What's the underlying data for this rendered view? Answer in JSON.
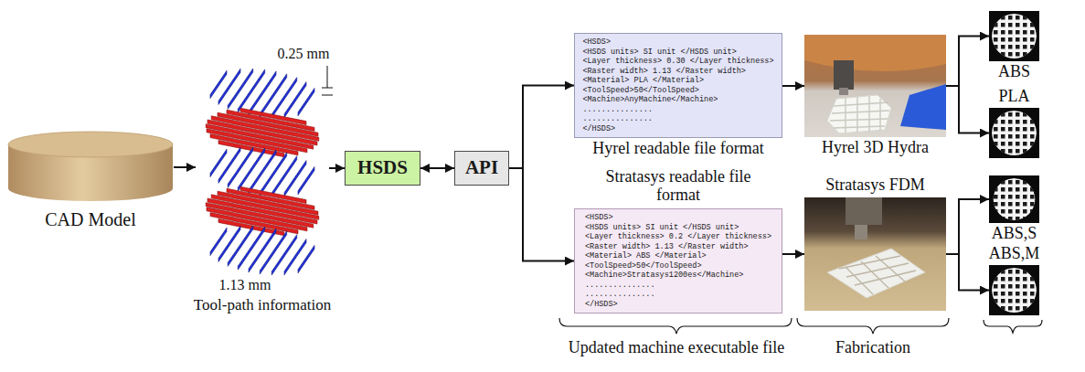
{
  "diagram": {
    "nodes": [
      {
        "text": [
          "CAD Model"
        ]
      },
      {
        "text": [
          "Tool-path information"
        ]
      },
      {
        "text": [
          "HSDS"
        ]
      },
      {
        "text": [
          "API"
        ]
      },
      {
        "text": [
          "<HSDS>",
          "<HSDS units> SI unit </HSDS unit>",
          "<Layer thickness> 0.30 </Layer thickness>",
          "<Raster width> 1.13 </Raster width>",
          "<Material> PLA </Material>",
          "<ToolSpeed>50</ToolSpeed>",
          "<Machine>AnyMachine</Machine>",
          "...............",
          "...............",
          "</HSDS>",
          "Hyrel readable file format"
        ]
      },
      {
        "text": [
          "Stratasys readable file format",
          "<HSDS>",
          "<HSDS units> SI unit </HSDS unit>",
          "<Layer thickness> 0.2 </Layer thickness>",
          "<Raster width> 1.13 </Raster width>",
          "<Material> ABS </Material>",
          "<ToolSpeed>50</ToolSpeed>",
          "<Machine>Stratasys1200es</Machine>",
          "...............",
          "...............",
          "</HSDS>"
        ]
      },
      {
        "text": [
          "Hyrel 3D Hydra"
        ]
      },
      {
        "text": [
          "Stratasys FDM"
        ]
      },
      {
        "text": [
          "ABS"
        ]
      },
      {
        "text": [
          "PLA"
        ]
      },
      {
        "text": [
          "ABS,S"
        ]
      },
      {
        "text": [
          "ABS,M"
        ]
      }
    ],
    "edges": [
      {
        "from": 0,
        "to": 1,
        "arrow": "to"
      },
      {
        "from": 1,
        "to": 2,
        "arrow": "to"
      },
      {
        "from": 2,
        "to": 3,
        "arrow": "both"
      },
      {
        "from": 3,
        "to": 4,
        "arrow": "to"
      },
      {
        "from": 3,
        "to": 5,
        "arrow": "to"
      },
      {
        "from": 4,
        "to": 6,
        "arrow": "to"
      },
      {
        "from": 5,
        "to": 7,
        "arrow": "to"
      },
      {
        "from": 6,
        "to": 8,
        "arrow": "to"
      },
      {
        "from": 6,
        "to": 9,
        "arrow": "to"
      },
      {
        "from": 7,
        "to": 10,
        "arrow": "to"
      },
      {
        "from": 7,
        "to": 11,
        "arrow": "to"
      }
    ],
    "labels": [
      "0.25 mm",
      "1.13 mm",
      "Updated machine executable file",
      "Fabrication"
    ]
  }
}
